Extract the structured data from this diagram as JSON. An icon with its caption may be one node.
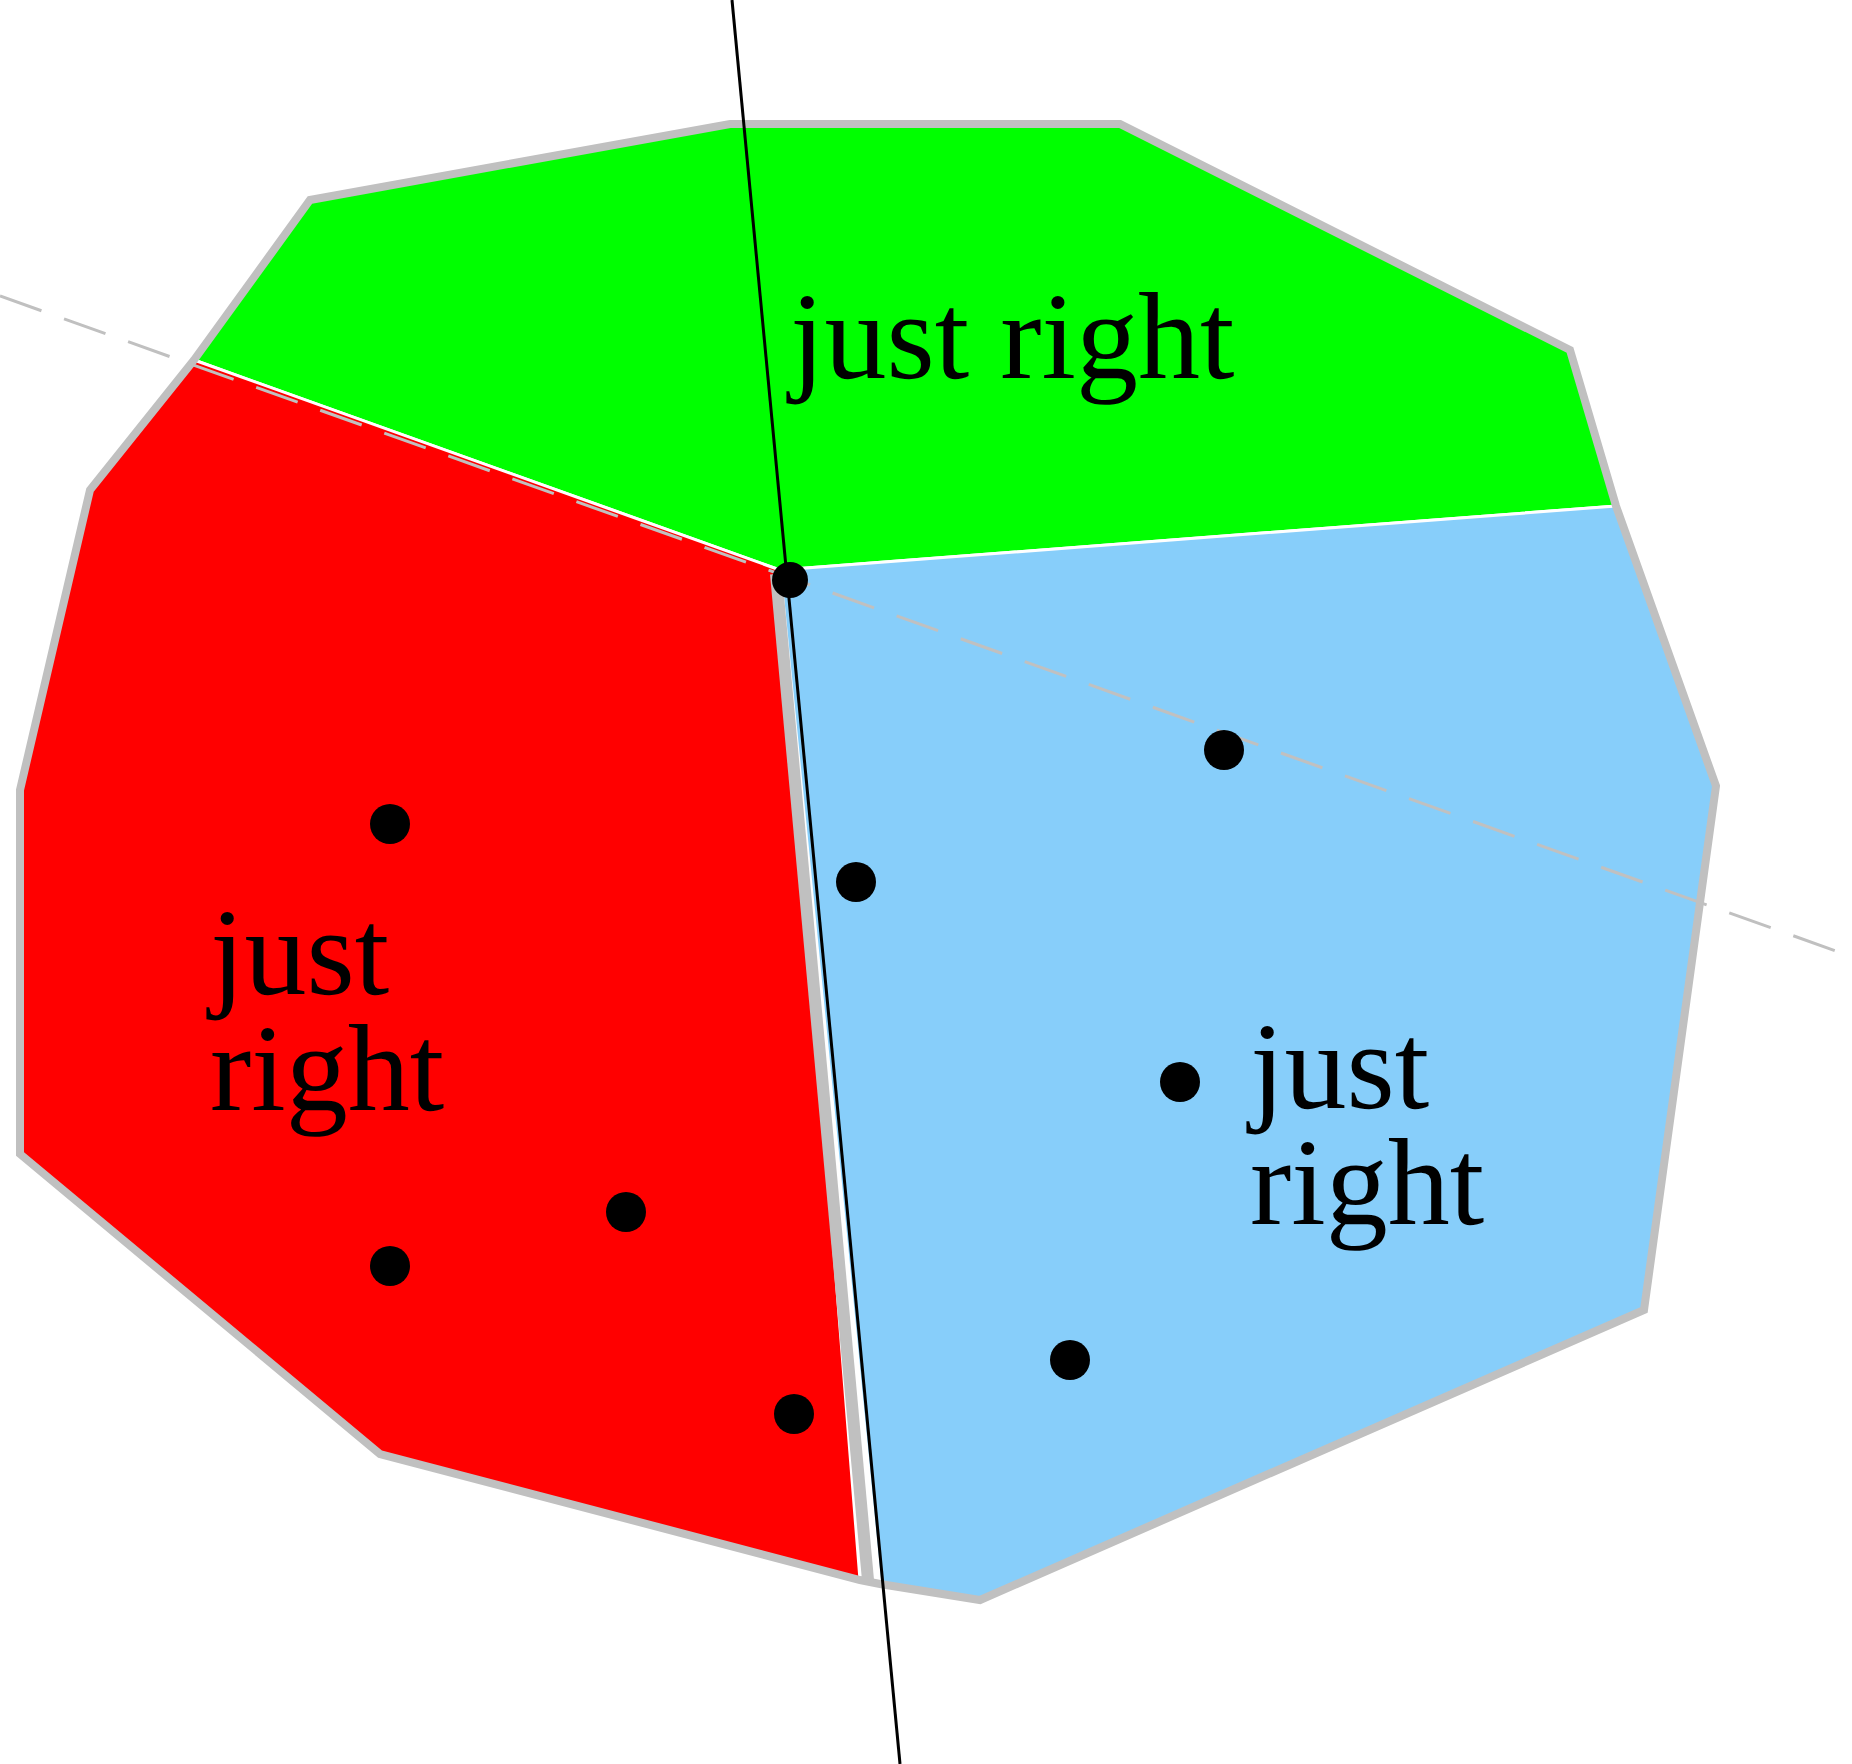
{
  "diagram": {
    "nodes": [
      {
        "text": [
          "just right"
        ]
      },
      {
        "text": [
          "just right"
        ]
      },
      {
        "text": [
          "just right"
        ]
      }
    ]
  }
}
